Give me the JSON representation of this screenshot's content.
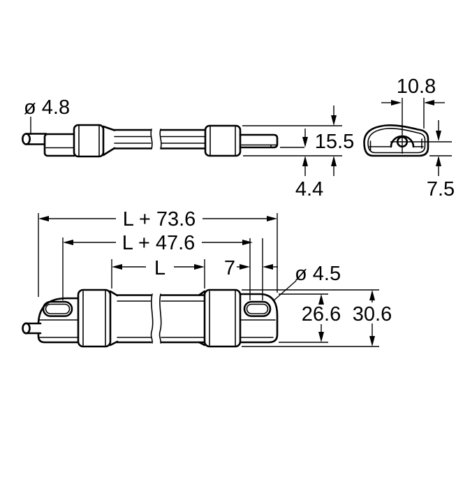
{
  "drawing": {
    "side_view": {
      "cable_diameter": "ø 4.8",
      "total_height": "15.5",
      "tab_clearance": "4.4"
    },
    "end_view": {
      "hole_offset": "10.8",
      "hole_center_height": "7.5"
    },
    "top_view": {
      "overall_length": "L + 73.6",
      "slot_center_length": "L + 47.6",
      "sensing_length": "L",
      "slot_spacing": "7",
      "slot_diameter": "ø 4.5",
      "tab_width": "26.6",
      "body_width": "30.6"
    }
  }
}
